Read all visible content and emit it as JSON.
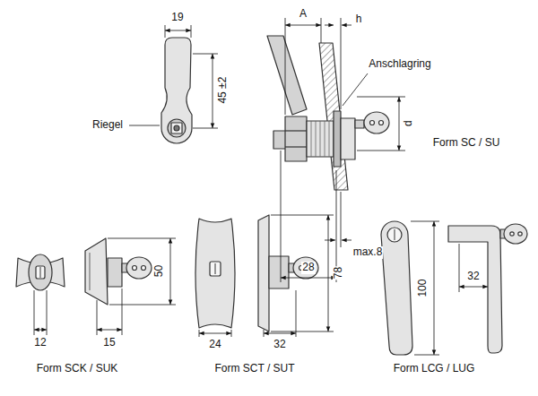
{
  "diagram": {
    "labels": [
      "19",
      "45 ±2",
      "Riegel",
      "A",
      "h",
      "Anschlagring",
      "d",
      "Form SC / SU",
      "max.8",
      "28",
      "12",
      "15",
      "50",
      "24",
      "32",
      "78",
      "100",
      "32",
      "Form SCK / SUK",
      "Form SCT / SUT",
      "Form LCG / LUG"
    ]
  }
}
